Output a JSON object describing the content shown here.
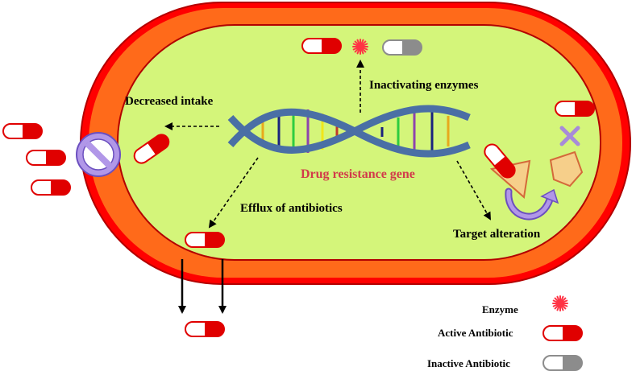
{
  "labels": {
    "decreased_intake": "Decreased intake",
    "inactivating_enzymes": "Inactivating enzymes",
    "drug_resistance_gene": "Drug resistance gene",
    "efflux": "Efflux of antibiotics",
    "target_alteration": "Target alteration"
  },
  "legend": {
    "enzyme": "Enzyme",
    "active_antibiotic": "Active Antibiotic",
    "inactive_antibiotic": "Inactive Antibiotic"
  },
  "colors": {
    "outer_membrane": "#ff0000",
    "inner_membrane": "#ff6a1a",
    "cytoplasm": "#d4f57a",
    "dna_strand": "#4a6fa5",
    "active_capsule": "#e00000",
    "inactive_capsule": "#8c8c8c",
    "enzyme": "#ff3344",
    "no_entry": "#b197e8",
    "gene_text": "#d23a4a",
    "target": "#f6cf8a"
  },
  "icons": {
    "enzyme": "asterisk-star-icon",
    "blocked": "no-entry-icon",
    "cross": "x-mark-icon",
    "cycle": "curved-arrow-icon"
  }
}
